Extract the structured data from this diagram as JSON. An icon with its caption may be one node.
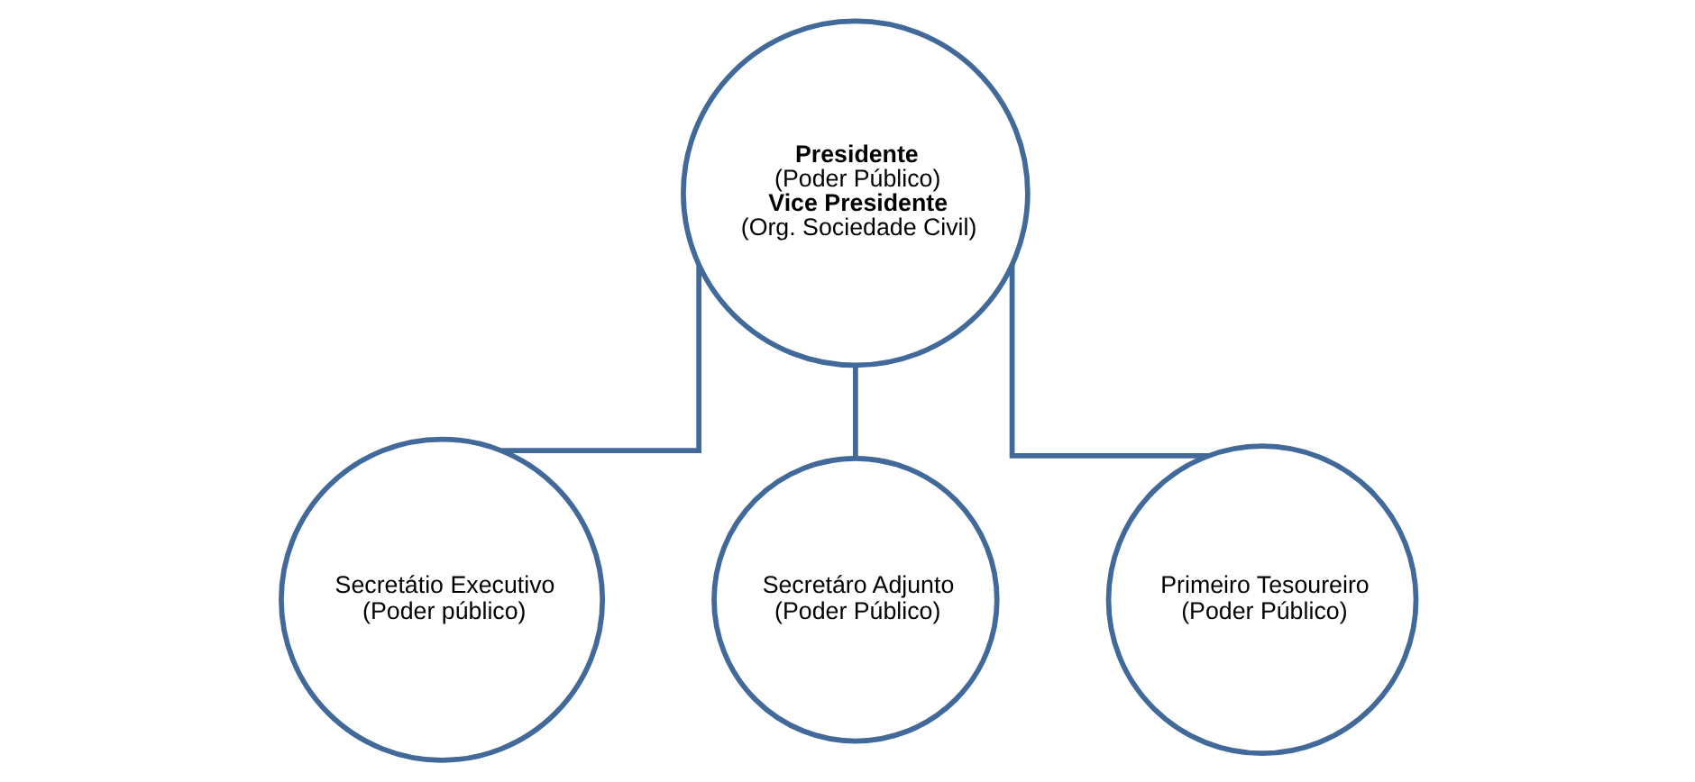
{
  "diagram": {
    "nodes": [
      {
        "text": [
          "Presidente",
          "(Poder Público)",
          "Vice Presidente",
          "(Org. Sociedade Civil)"
        ]
      },
      {
        "text": [
          "Secretátio Executivo",
          "(Poder público)"
        ]
      },
      {
        "text": [
          "Secretáro Adjunto",
          "(Poder Público)"
        ]
      },
      {
        "text": [
          "Primeiro Tesoureiro",
          "(Poder Público)"
        ]
      }
    ],
    "edges": [
      {
        "from": 0,
        "to": 1,
        "arrow": "none"
      },
      {
        "from": 0,
        "to": 2,
        "arrow": "none"
      },
      {
        "from": 0,
        "to": 3,
        "arrow": "none"
      }
    ]
  }
}
